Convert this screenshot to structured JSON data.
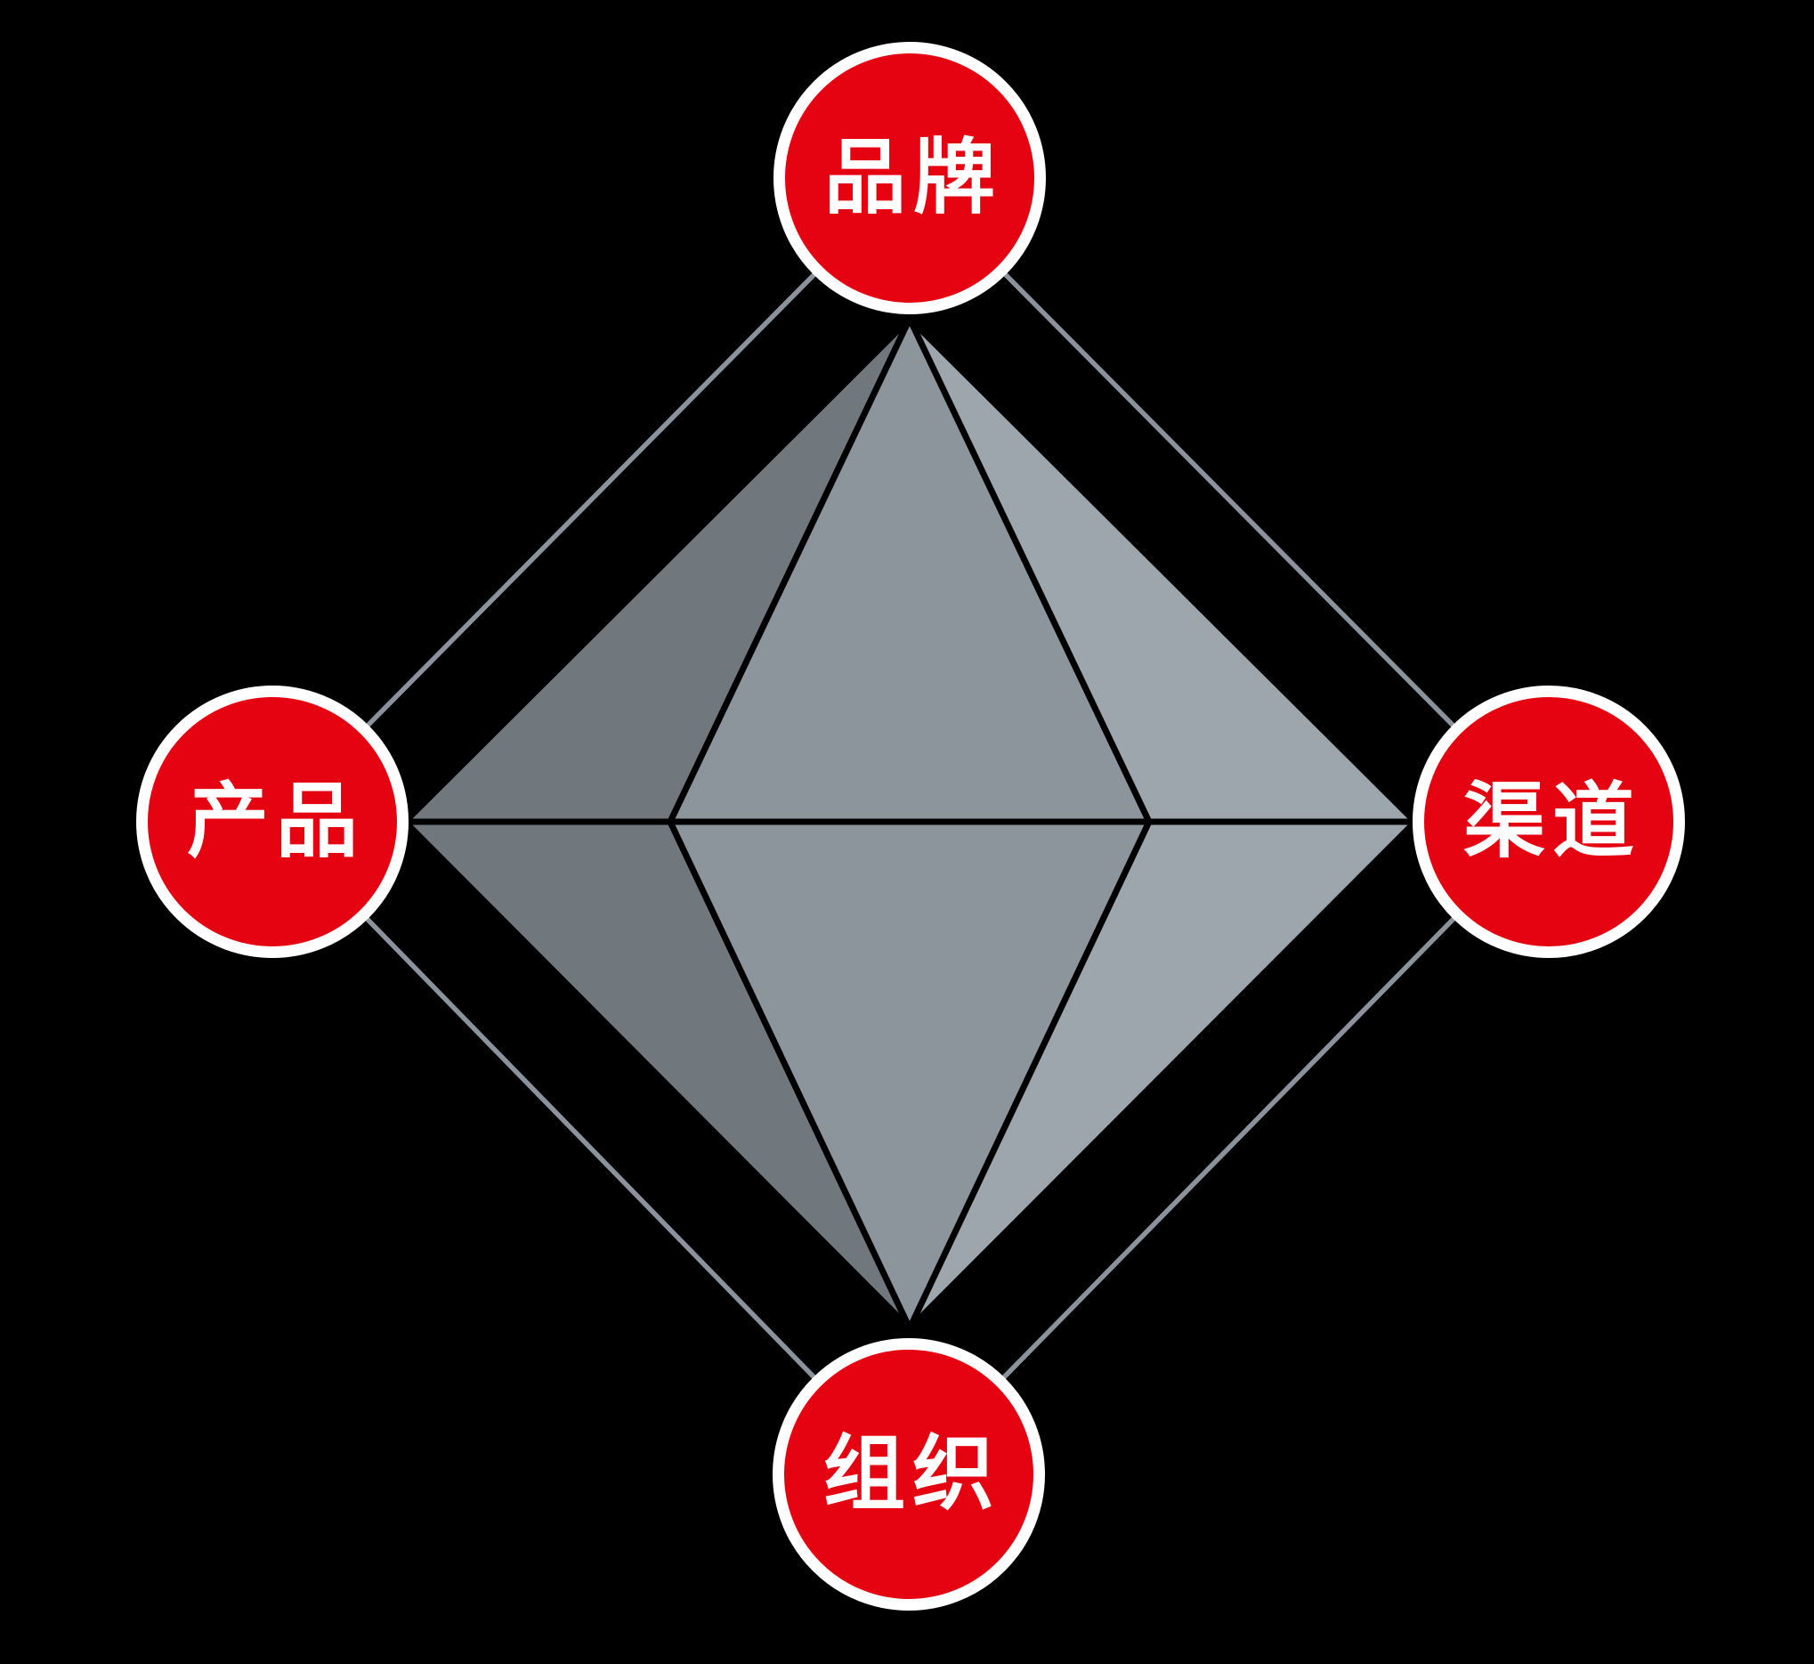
{
  "diagram": {
    "nodes": [
      {
        "id": "brand",
        "position": "top",
        "label": "品牌"
      },
      {
        "id": "product",
        "position": "left",
        "label": "产品"
      },
      {
        "id": "channel",
        "position": "right",
        "label": "渠道"
      },
      {
        "id": "organization",
        "position": "bottom",
        "label": "组织"
      }
    ],
    "colors": {
      "background": "#000000",
      "node_fill": "#e50312",
      "node_ring": "#ffffff",
      "node_text": "#ffffff",
      "connector": "#8a939b",
      "facet_dark": "#71787d",
      "facet_mid": "#8d959c",
      "facet_light": "#9da6ad",
      "facet_edge": "#000000"
    }
  }
}
